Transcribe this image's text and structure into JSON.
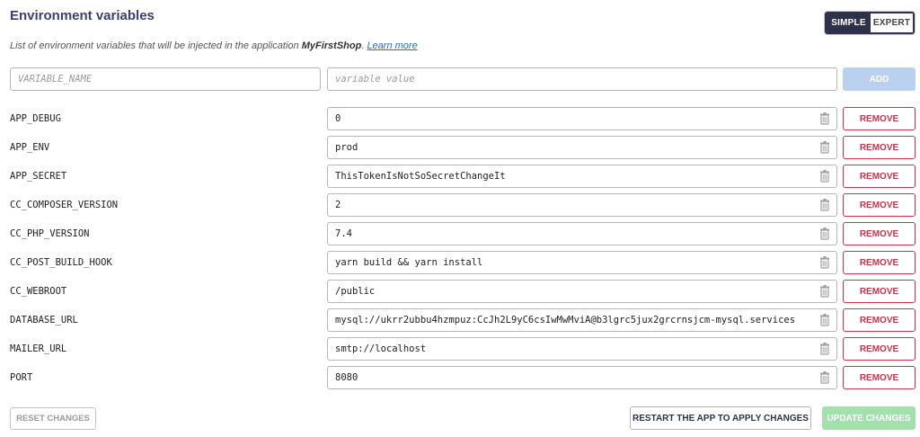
{
  "header": {
    "title": "Environment variables",
    "mode_simple": "SIMPLE",
    "mode_expert": "EXPERT",
    "mode_selected": "SIMPLE"
  },
  "description": {
    "text": "List of environment variables that will be injected in the application",
    "app_name": "MyFirstShop",
    "suffix": ".",
    "link": "Learn more"
  },
  "new_variable": {
    "name_placeholder": "VARIABLE_NAME",
    "value_placeholder": "variable value",
    "add_label": "ADD"
  },
  "variables": [
    {
      "name": "APP_DEBUG",
      "value": "0"
    },
    {
      "name": "APP_ENV",
      "value": "prod"
    },
    {
      "name": "APP_SECRET",
      "value": "ThisTokenIsNotSoSecretChangeIt"
    },
    {
      "name": "CC_COMPOSER_VERSION",
      "value": "2"
    },
    {
      "name": "CC_PHP_VERSION",
      "value": "7.4"
    },
    {
      "name": "CC_POST_BUILD_HOOK",
      "value": "yarn build && yarn install"
    },
    {
      "name": "CC_WEBROOT",
      "value": "/public"
    },
    {
      "name": "DATABASE_URL",
      "value": "mysql://ukrr2ubbu4hzmpuz:CcJh2L9yC6csIwMwMviA@b3lgrc5jux2grcrnsjcm-mysql.services"
    },
    {
      "name": "MAILER_URL",
      "value": "smtp://localhost"
    },
    {
      "name": "PORT",
      "value": "8080"
    }
  ],
  "row_actions": {
    "remove_label": "REMOVE",
    "trash_icon": "trash-icon"
  },
  "footer": {
    "reset_label": "RESET CHANGES",
    "restart_label": "RESTART THE APP TO APPLY CHANGES",
    "update_label": "UPDATE CHANGES"
  },
  "colors": {
    "title": "#3a3f6e",
    "remove": "#c8334f",
    "add_disabled": "#b9d1ee",
    "update_disabled": "#a4dfae",
    "toggle_active": "#2e3149"
  }
}
